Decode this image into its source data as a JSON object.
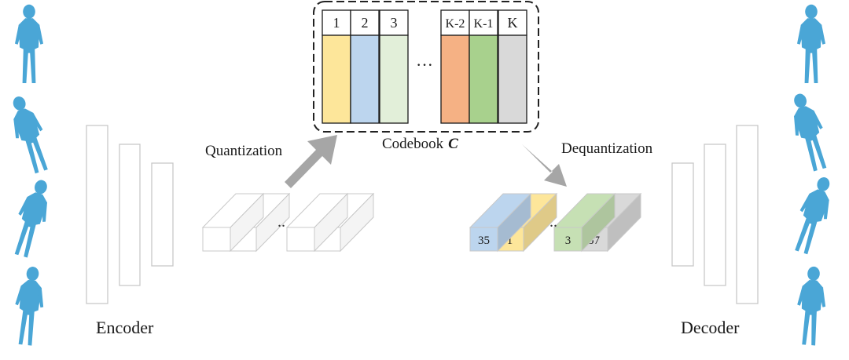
{
  "labels": {
    "encoder": "Encoder",
    "decoder": "Decoder",
    "quantization": "Quantization",
    "dequantization": "Dequantization",
    "codebook": "Codebook",
    "codebook_symbol": "C",
    "ellipsis_codebook": "···",
    "ellipsis_tokens": ".."
  },
  "codebook": {
    "columns": [
      {
        "label": "1",
        "color": "#fde69a"
      },
      {
        "label": "2",
        "color": "#bcd5ee"
      },
      {
        "label": "3",
        "color": "#e2efd9"
      },
      {
        "label": "K-2",
        "color": "#f5b184"
      },
      {
        "label": "K-1",
        "color": "#a8d18d"
      },
      {
        "label": "K",
        "color": "#d9d9d9"
      }
    ]
  },
  "quantized_tokens": [
    {
      "value": "35",
      "color": "#bcd5ee"
    },
    {
      "value": "1",
      "color": "#fde69a"
    },
    {
      "value": "3",
      "color": "#c6e0b4"
    },
    {
      "value": "57",
      "color": "#d9d9d9"
    }
  ],
  "colors": {
    "figure": "#4aa6d6",
    "arrow": "#a6a6a6",
    "box_stroke": "#c8c8c8"
  }
}
